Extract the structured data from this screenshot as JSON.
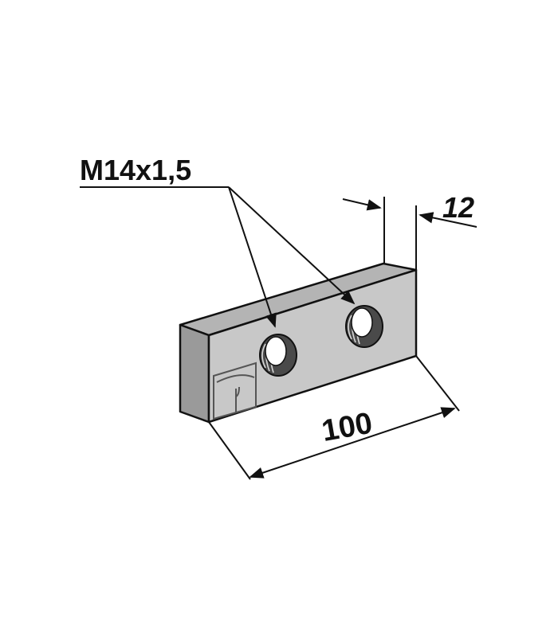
{
  "labels": {
    "thread": "M14x1,5",
    "thickness": "12",
    "length": "100"
  },
  "colors": {
    "line": "#111111",
    "face_front": "#c8c8c8",
    "face_top": "#b4b4b4",
    "face_end": "#9a9a9a",
    "hole_inner": "#ffffff",
    "thread_dark": "#4a4a4a",
    "marking": "#555555"
  },
  "icons": {
    "hole": "threaded-hole-icon",
    "marking": "manufacturer-mark-icon"
  }
}
